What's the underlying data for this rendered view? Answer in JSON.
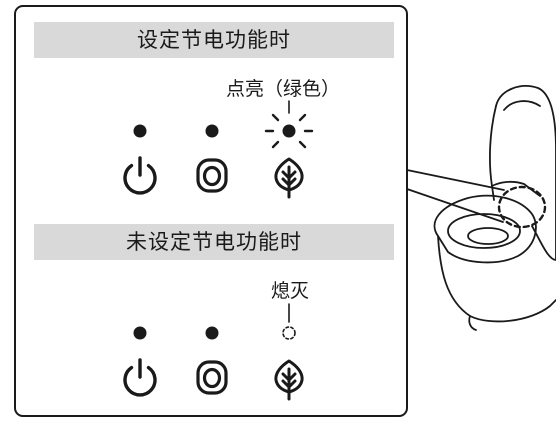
{
  "sections": [
    {
      "title": "设定节电功能时",
      "callout": "点亮（绿色）",
      "eco_state": "lit-green"
    },
    {
      "title": "未设定节电功能时",
      "callout": "熄灭",
      "eco_state": "off"
    }
  ],
  "indicators": [
    {
      "icon": "power-icon"
    },
    {
      "icon": "toilet-seat-icon"
    },
    {
      "icon": "leaf-icon"
    }
  ],
  "colors": {
    "outline": "#1a1a1a",
    "title_bar": "#d9d9d9",
    "eco_lit": "green"
  }
}
